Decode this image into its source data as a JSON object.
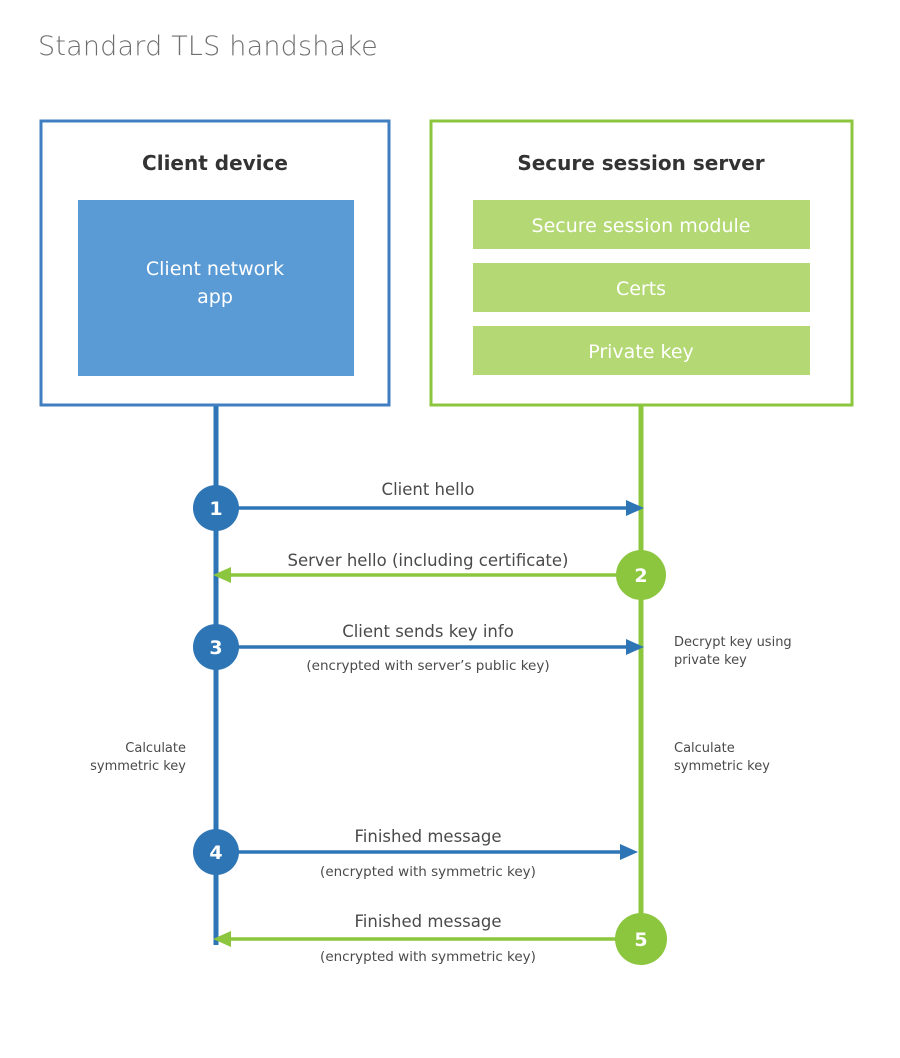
{
  "title": "Standard TLS handshake",
  "colors": {
    "client_border": "#3f7ec0",
    "client_fill": "#5b9bd5",
    "client_accent": "#2e75b6",
    "server_border": "#8cc63f",
    "server_fill": "#b3d874",
    "server_accent": "#8cc63f",
    "text_dark": "#4a4a4a",
    "title_gray": "#6e6e6e",
    "background": "#ffffff"
  },
  "client_panel": {
    "heading": "Client device",
    "inner_box_line1": "Client network",
    "inner_box_line2": "app"
  },
  "server_panel": {
    "heading": "Secure session server",
    "bars": [
      "Secure session module",
      "Certs",
      "Private key"
    ]
  },
  "steps": [
    {
      "number": "1",
      "label": "Client hello",
      "sub": "",
      "direction": "client-to-server",
      "color": "client"
    },
    {
      "number": "2",
      "label": "Server hello (including certificate)",
      "sub": "",
      "direction": "server-to-client",
      "color": "server"
    },
    {
      "number": "3",
      "label": "Client sends key info",
      "sub": "(encrypted with server’s public key)",
      "direction": "client-to-server",
      "color": "client"
    },
    {
      "number": "4",
      "label": "Finished message",
      "sub": "(encrypted with symmetric key)",
      "direction": "client-to-server",
      "color": "client"
    },
    {
      "number": "5",
      "label": "Finished message",
      "sub": "(encrypted with symmetric key)",
      "direction": "server-to-client",
      "color": "server"
    }
  ],
  "annotations": {
    "server_decrypt_line1": "Decrypt key using",
    "server_decrypt_line2": "private key",
    "client_calc_line1": "Calculate",
    "client_calc_line2": "symmetric key",
    "server_calc_line1": "Calculate",
    "server_calc_line2": "symmetric key"
  }
}
